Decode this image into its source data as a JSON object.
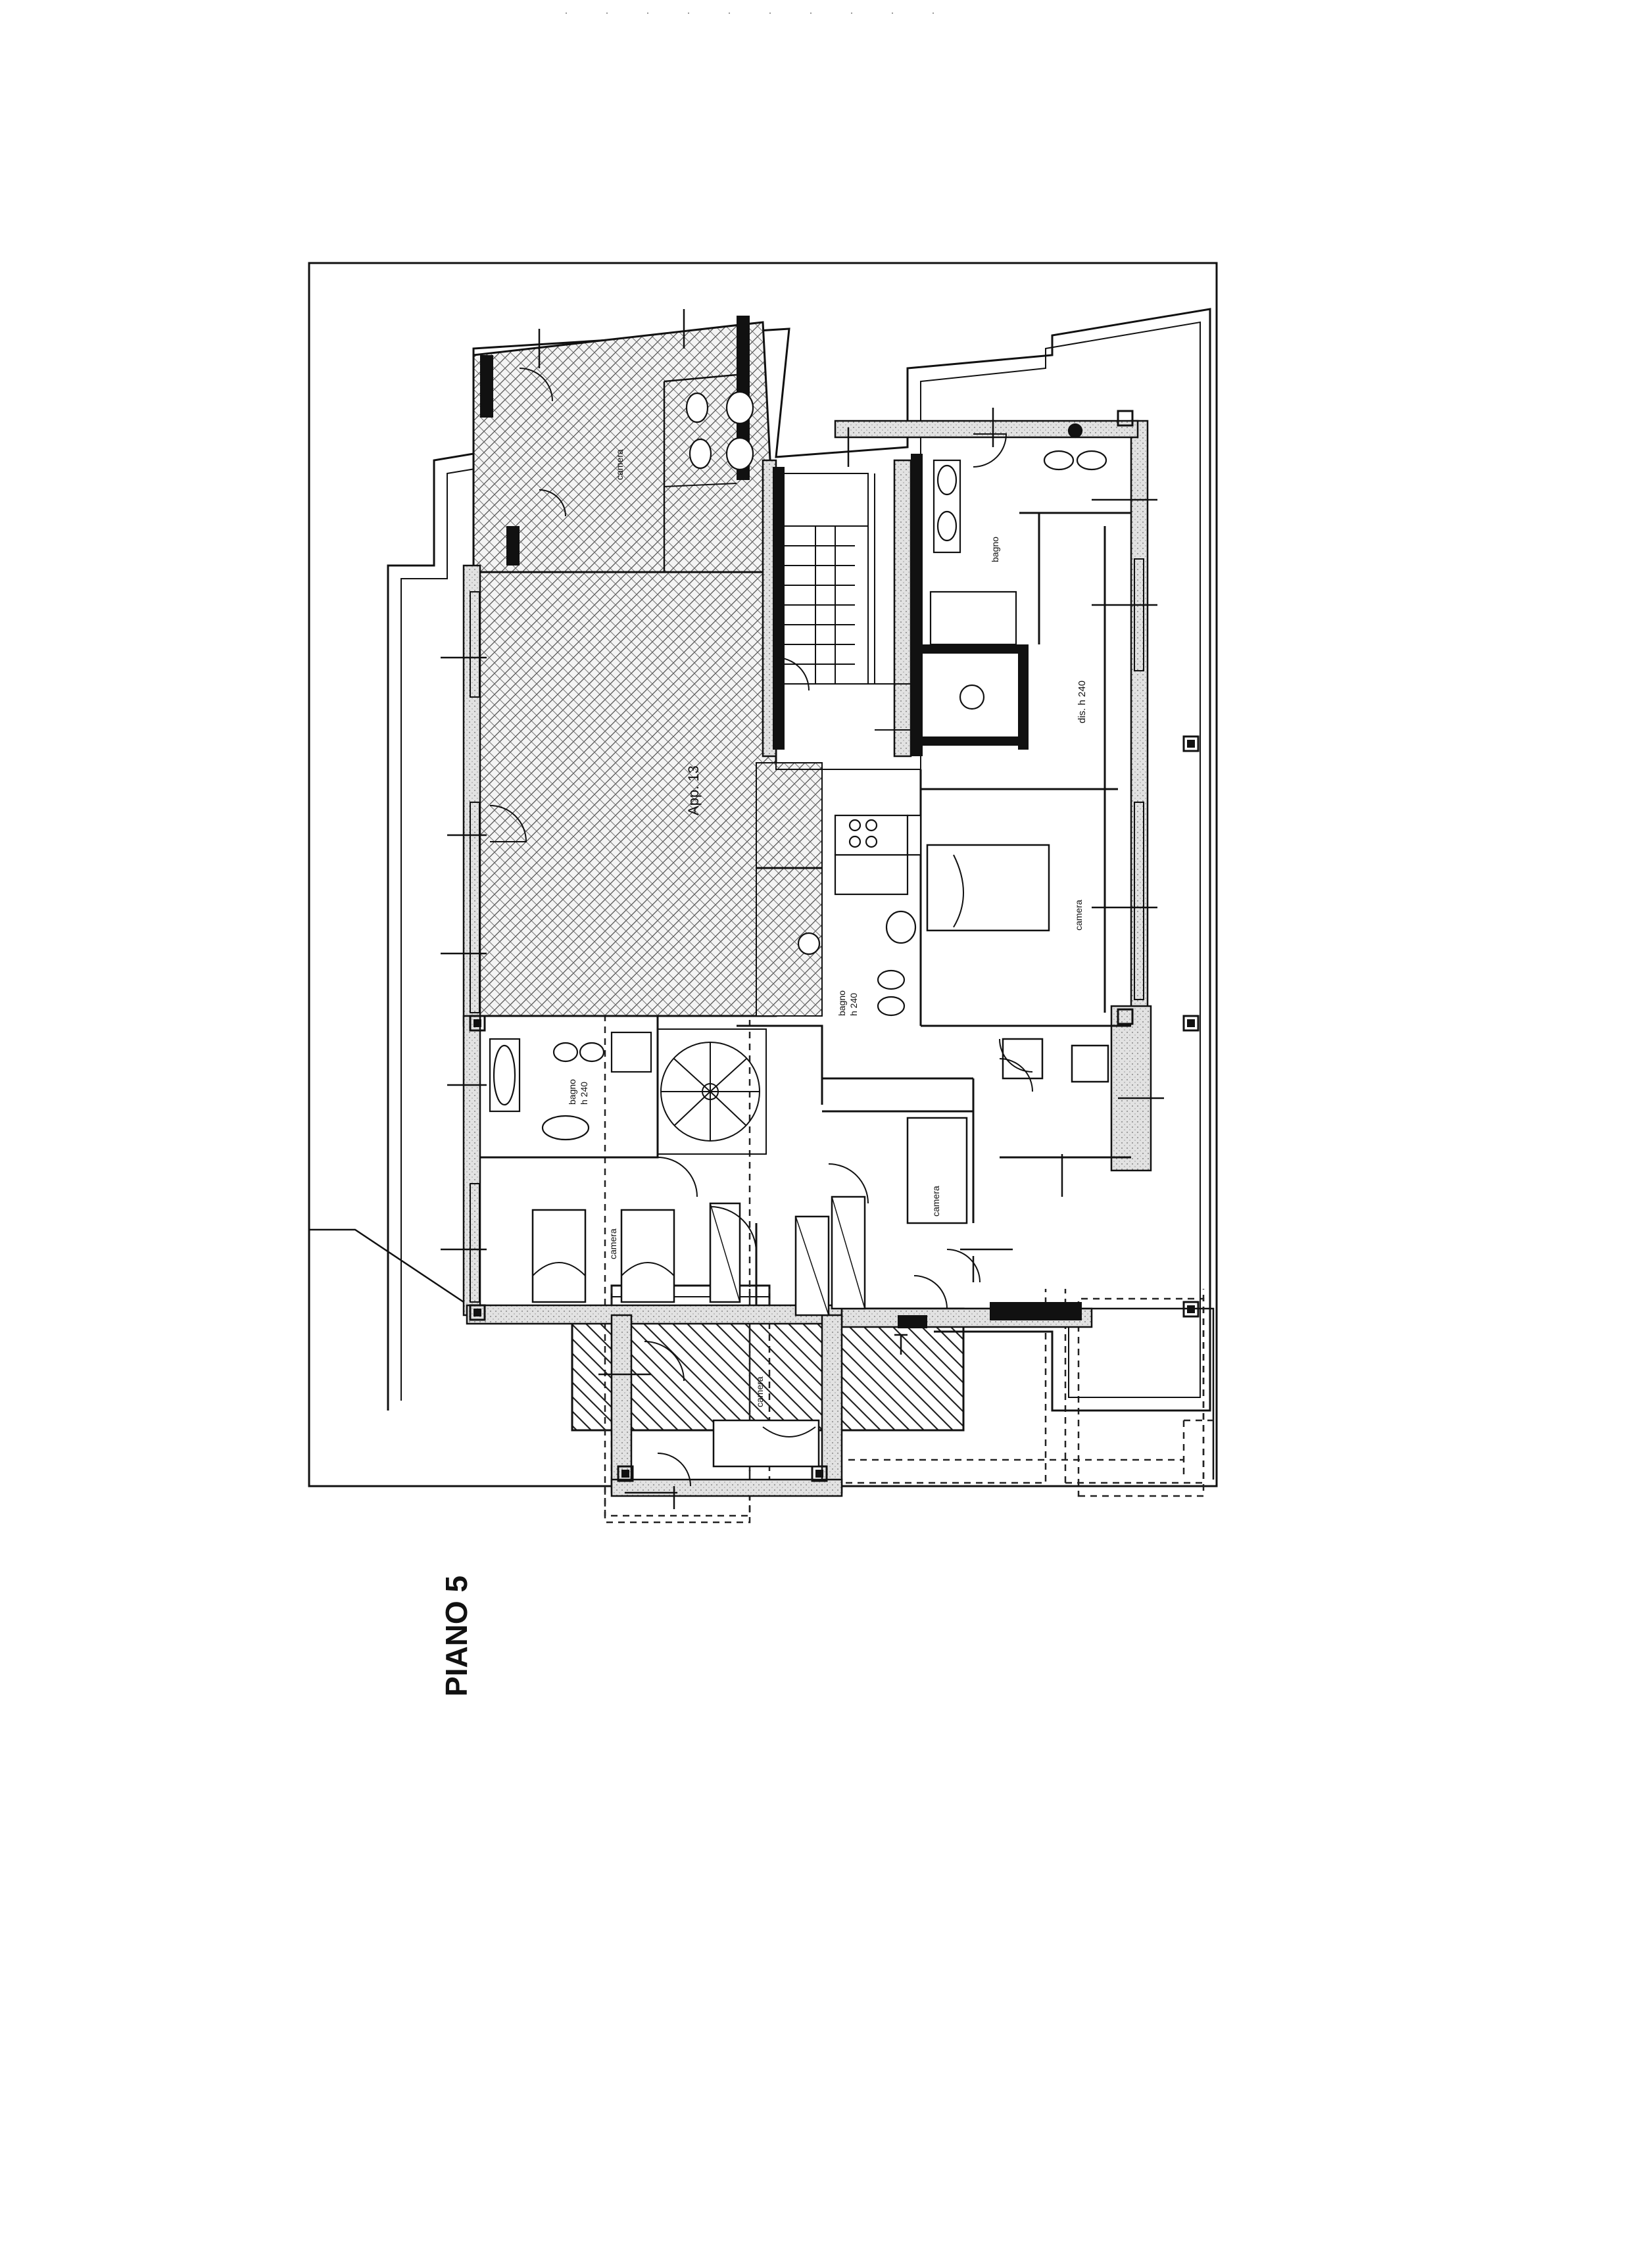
{
  "plan": {
    "title": "PIANO 5",
    "apartment": "App. 13",
    "rooms": {
      "camera_top": "camera",
      "bagno_right_top": "bagno",
      "disimpegno": "dis. h 240",
      "camera_right": "camera",
      "bagno_center_line1": "bagno",
      "bagno_center_line2": "h 240",
      "bagno_left_line1": "bagno",
      "bagno_left_line2": "h 240",
      "camera_left_beds": "camera",
      "camera_small_center": "camera",
      "camera_bottom": "camera"
    },
    "colors": {
      "ink": "#111111",
      "hatch": "#444444",
      "wall_fill": "#d8d8d8",
      "paper": "#ffffff"
    }
  }
}
